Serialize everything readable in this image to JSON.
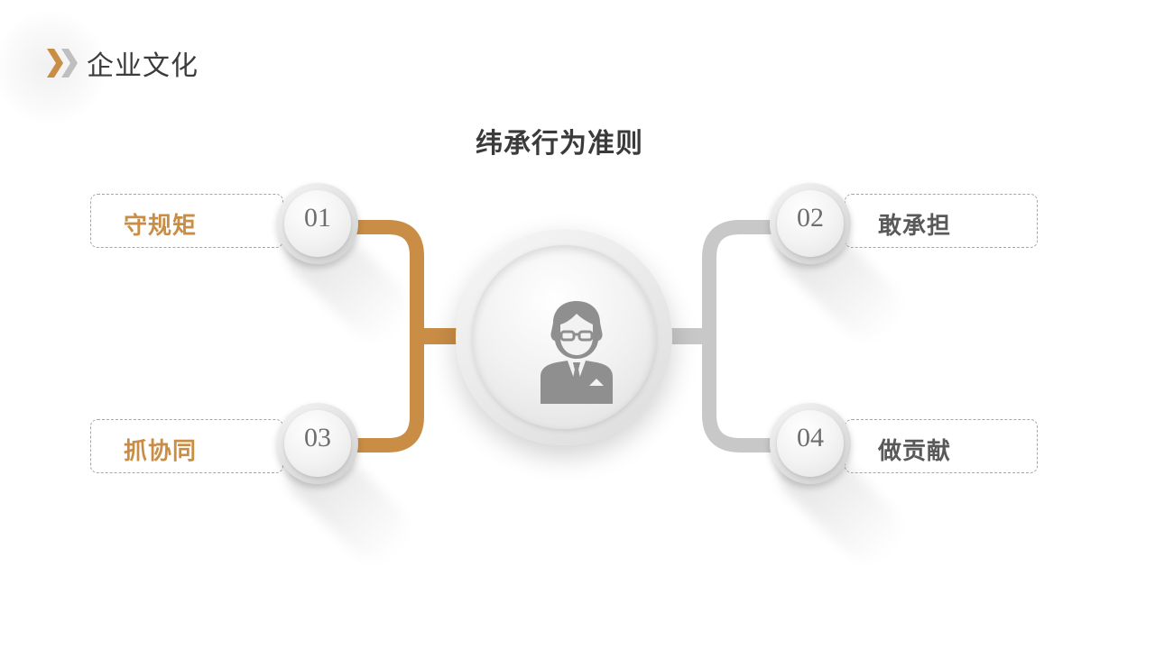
{
  "header": {
    "title": "企业文化",
    "icon": "double-chevron-right-icon",
    "chevron_colors": [
      "#c98d46",
      "#bfbfbf"
    ]
  },
  "subtitle": "纬承行为准则",
  "center": {
    "icon": "businessman-icon",
    "icon_color": "#8f8f8f"
  },
  "colors": {
    "accent": "#c98d46",
    "gray_connector": "#c8c8c8",
    "text_dark": "#595959"
  },
  "items": [
    {
      "num": "01",
      "label": "守规矩",
      "side": "left"
    },
    {
      "num": "02",
      "label": "敢承担",
      "side": "right"
    },
    {
      "num": "03",
      "label": "抓协同",
      "side": "left"
    },
    {
      "num": "04",
      "label": "做贡献",
      "side": "right"
    }
  ]
}
